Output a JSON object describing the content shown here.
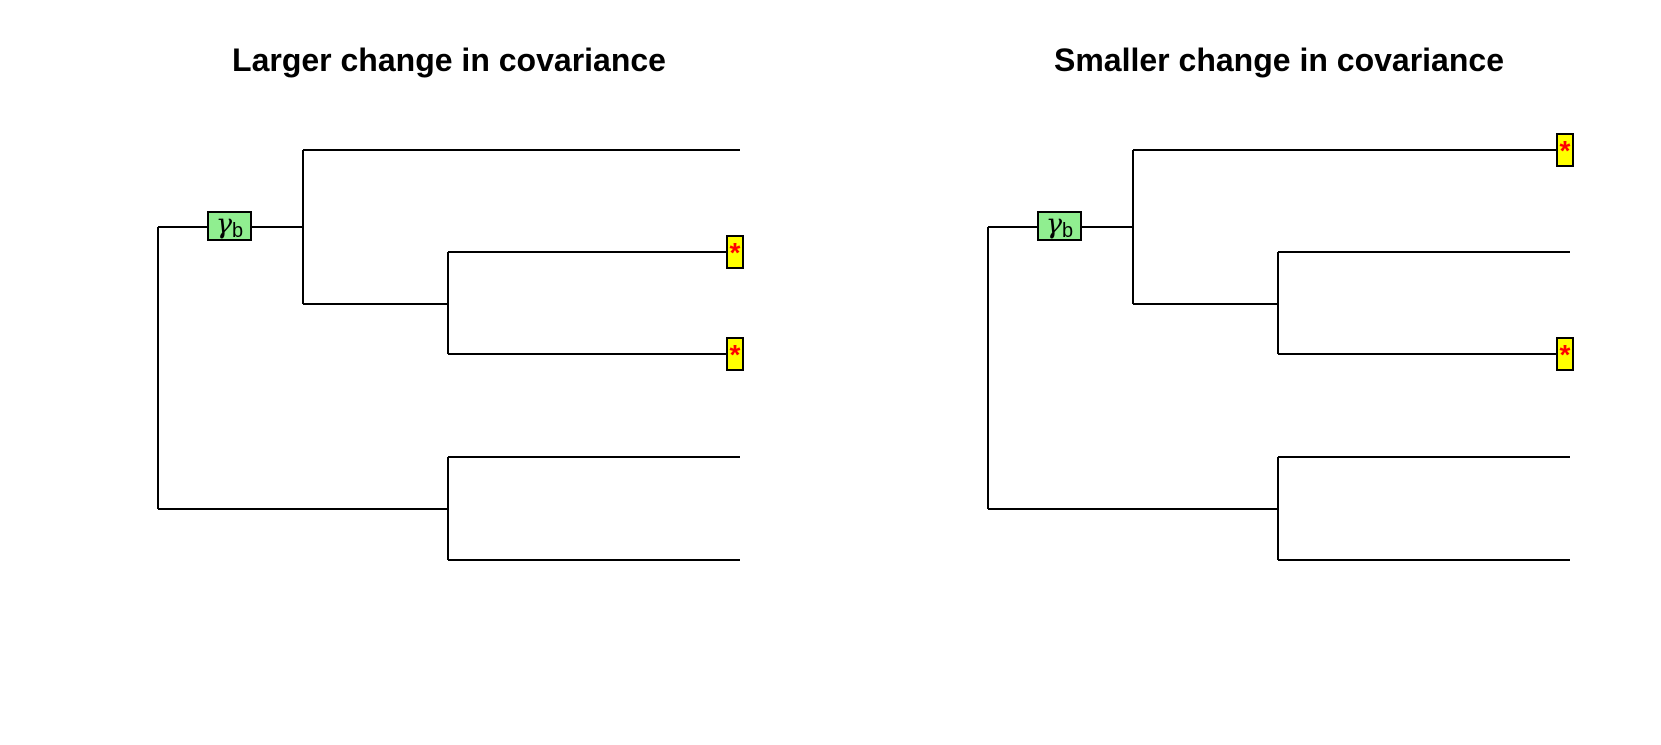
{
  "figure": {
    "background": "#ffffff",
    "marker": "*",
    "clade_label": {
      "symbol": "γ",
      "subscript": "b"
    },
    "tip_count_per_tree": 5
  },
  "colors": {
    "branch": "#000000",
    "title": "#000000",
    "clade_label_fill": "#90ee90",
    "clade_label_border": "#000000",
    "tip_box_fill": "#ffff00",
    "tip_box_border": "#000000",
    "marker": "#ff0000"
  },
  "panels": [
    {
      "title": "Larger change in covariance",
      "starred_tips": [
        2,
        3
      ],
      "topology": "((tip1,(tip2,tip3)),(tip4,tip5))",
      "clade_label_on": "branch to (tip1,(tip2,tip3))"
    },
    {
      "title": "Smaller change in covariance",
      "starred_tips": [
        1,
        3
      ],
      "topology": "((tip1,(tip2,tip3)),(tip4,tip5))",
      "clade_label_on": "branch to (tip1,(tip2,tip3))"
    }
  ]
}
